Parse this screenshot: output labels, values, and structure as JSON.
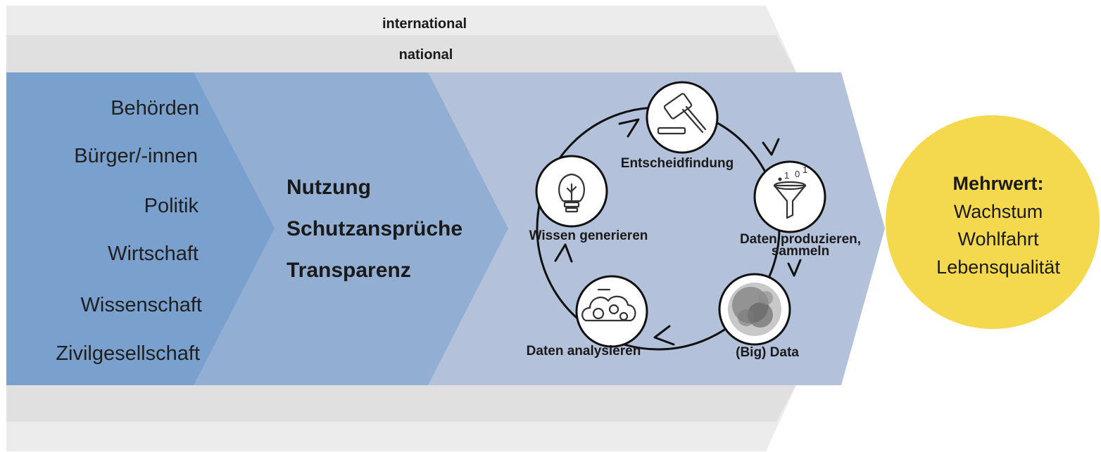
{
  "bands": {
    "international": "international",
    "national": "national"
  },
  "actors": [
    "Behörden",
    "Bürger/-innen",
    "Politik",
    "Wirtschaft",
    "Wissenschaft",
    "Zivilgesellschaft"
  ],
  "aspects": [
    "Nutzung",
    "Schutzansprüche",
    "Transparenz"
  ],
  "cycle": {
    "decision": "Entscheidfindung",
    "produce_line1": "Daten produzieren,",
    "produce_line2": "sammeln",
    "big_data": "(Big) Data",
    "analyse": "Daten analysieren",
    "knowledge": "Wissen generieren"
  },
  "value": {
    "title": "Mehrwert:",
    "items": [
      "Wachstum",
      "Wohlfahrt",
      "Lebensqualität"
    ]
  },
  "icons": {
    "decision": "gavel-icon",
    "produce": "funnel-icon",
    "big_data": "data-cloud-icon",
    "analyse": "gears-cloud-icon",
    "knowledge": "lightbulb-icon"
  },
  "colors": {
    "band_outer": "#ececec",
    "band_inner": "#e0e0e0",
    "actors_bg": "#7aa0cd",
    "aspects_bg": "#92aed3",
    "cycle_bg": "#b3c2da",
    "value_circle": "#f4d94e"
  }
}
